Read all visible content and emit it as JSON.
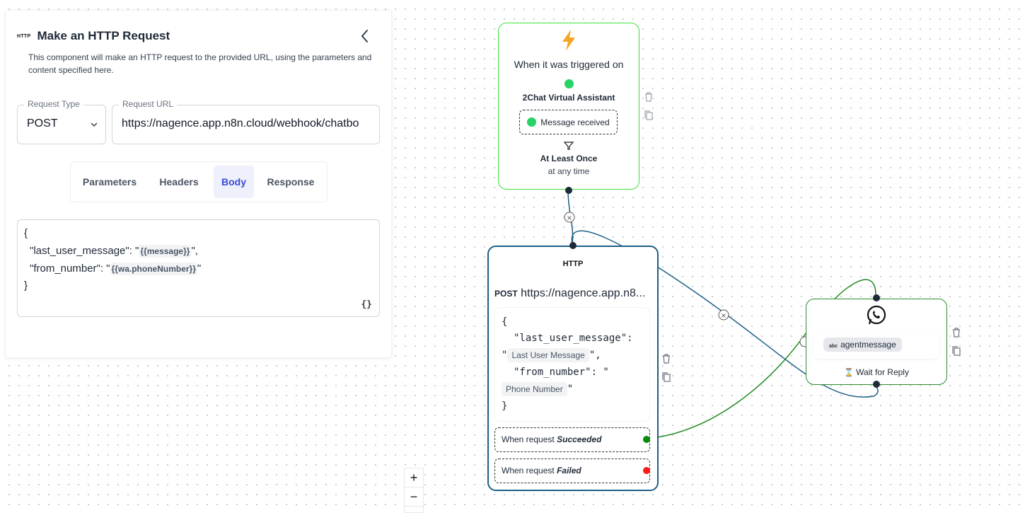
{
  "panel": {
    "badge": "HTTP",
    "title": "Make an HTTP Request",
    "description": "This component will make an HTTP request to the provided URL, using the parameters and content specified here.",
    "request_type_label": "Request Type",
    "request_type_value": "POST",
    "request_url_label": "Request URL",
    "request_url_value": "https://nagence.app.n8n.cloud/webhook/chatbo",
    "tabs": [
      "Parameters",
      "Headers",
      "Body",
      "Response"
    ],
    "active_tab": "Body",
    "body": {
      "open": "{",
      "line1_key": "\"last_user_message\": \"",
      "line1_var": "{{message}}",
      "line1_end": "\",",
      "line2_key": "\"from_number\": \"",
      "line2_var": "{{wa.phoneNumber}}",
      "line2_end": "\"",
      "close": "}",
      "format_button": "{}"
    }
  },
  "trigger_node": {
    "title": "When it was triggered on",
    "service": "2Chat Virtual Assistant",
    "event": "Message received",
    "frequency": "At Least Once",
    "timing": "at any time",
    "border_color": "#3de03d"
  },
  "http_node": {
    "badge": "HTTP",
    "method": "POST",
    "url": "https://nagence.app.n8...",
    "open": "{",
    "k1": "\"last_user_message\":",
    "q1": "\"",
    "chip1": "Last User Message",
    "e1": "\",",
    "k2": "\"from_number\": \"",
    "chip2": "Phone Number",
    "e2": "\"",
    "close": "}",
    "route_prefix": "When request",
    "success": "Succeeded",
    "failure": "Failed",
    "success_color": "#0a8a0a",
    "failure_color": "#ff0000",
    "border_color": "#1d5f86"
  },
  "wa_node": {
    "var_badge": "abc",
    "variable": "agentmessage",
    "wait": "Wait for Reply",
    "border_color": "#2e8b2e"
  },
  "zoom": {
    "in": "+",
    "out": "−"
  }
}
